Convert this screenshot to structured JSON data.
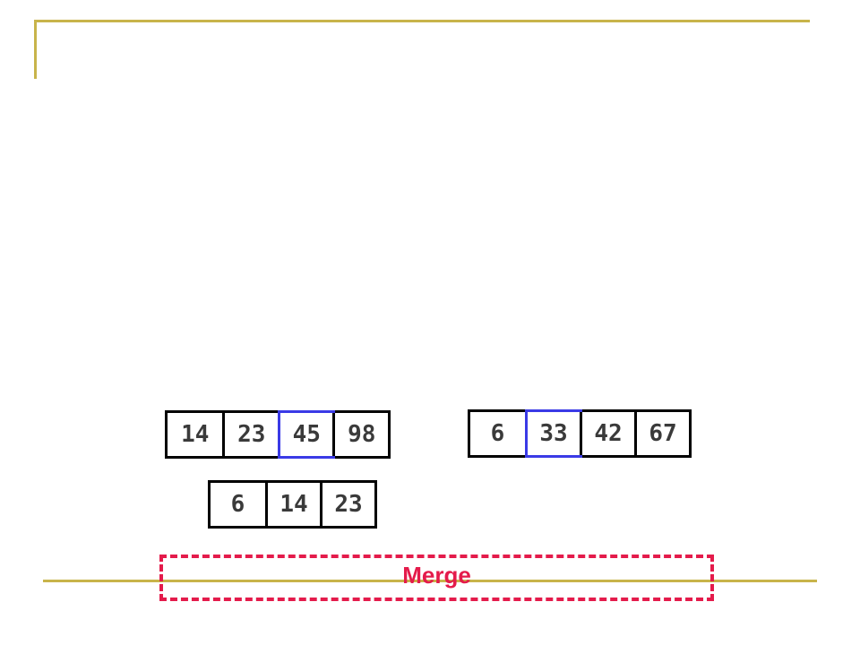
{
  "arrays": {
    "left": {
      "cells": [
        "14",
        "23",
        "45",
        "98"
      ],
      "highlight_index": 2
    },
    "right": {
      "cells": [
        "6",
        "33",
        "42",
        "67"
      ],
      "highlight_index": 1
    },
    "merged": {
      "cells": [
        "6",
        "14",
        "23"
      ]
    }
  },
  "operation_label": "Merge",
  "colors": {
    "rule": "#c8b44a",
    "highlight": "#3a3ae6",
    "merge": "#e41b4b",
    "text": "#3a3a3a"
  }
}
